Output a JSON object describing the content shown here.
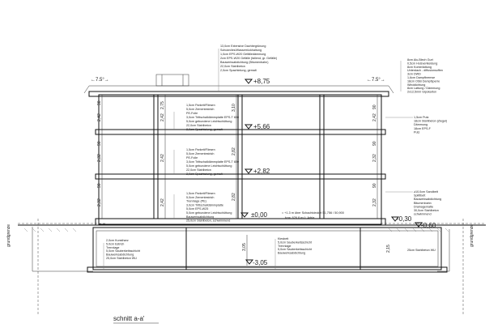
{
  "title": "schnitt a-a'",
  "side_labels": {
    "left": "grundgrenze",
    "right": "grundgrenze"
  },
  "offsets": {
    "left": "←7.5°→",
    "right": "←7.5°→"
  },
  "levels": [
    {
      "id": "roof",
      "value": "+8,75"
    },
    {
      "id": "floor2",
      "value": "+5,66"
    },
    {
      "id": "floor1",
      "value": "+2,82"
    },
    {
      "id": "ground",
      "value": "±0,00"
    },
    {
      "id": "terrace",
      "value": "-0,30"
    },
    {
      "id": "garden",
      "value": "-0,60"
    },
    {
      "id": "basement",
      "value": "-3,05"
    }
  ],
  "ground_note": [
    "= +1.3 m über Schachtdeckel 51,756 / 50,900",
    "bzw. 626,8 m ü. Adria"
  ],
  "dims": {
    "left": [
      "90",
      "2,42",
      "90",
      "2,32",
      "90",
      "2,32"
    ],
    "story_a": [
      "2,75",
      "2,42",
      "2,42",
      "2,42"
    ],
    "story_b": [
      "3,10",
      "2,82",
      "2,82"
    ],
    "basement": "3,05",
    "right": [
      "2,15"
    ]
  },
  "notes": {
    "roof": [
      "13,0cm Extensive Dachbegrünung",
      "Schutzvlies/Wasserrückhaltung",
      "1,0cm EPS-W20 Gefälledämmung",
      "2cm EPS-W20 Gefälle (fallend, gr. Gefälle)",
      "Bauwerksabdichtung (Bitumenbahn)",
      "22,0cm Stahlbeton",
      "2,0cm Spachtelung, gemalt"
    ],
    "roof_right": [
      "8cm Alu-Blech Gurt",
      "0,5cm Holzverkleidung",
      "8cm Konterlattung",
      "Unterdach - diffusionsoffen",
      "3cm DWD",
      "1,6cm Dampfbremse",
      "18cm OSB Dampfsperre",
      "Winddichtung",
      "8cm Lattung / Dämmung",
      "2x12,5mm Gipskarton"
    ],
    "floor2": [
      "1,5cm Parkett/Fliesen",
      "5,0cm Zementestrich",
      "PE-Folie",
      "3,0cm Trittschalldämmplatte EPS-T 650",
      "5,0cm gebundene Leichtschüttung",
      "22,0cm Stahlbeton",
      "2,0cm Spachtelung, gemalt"
    ],
    "floor1": [
      "1,5cm Parkett/Fliesen",
      "5,0cm Zementestrich",
      "PE-Folie",
      "3,0cm Trittschalldämmplatte EPS-T 650",
      "5,0cm gebundene Leichtschüttung",
      "22,0cm Stahlbeton",
      "2,0cm Spachtelung, gemalt"
    ],
    "ground": [
      "1,5cm Parkett/Fliesen",
      "5,0cm Zementestrich",
      "Trennlage (PE)",
      "3,0cm Trittschalldämmplatte",
      "5,0cm EPS-W25",
      "5,0cm gebundene Leichtschüttung",
      "Bauwerksabdichtung",
      "25,0cm Stahlbeton, schwimmend"
    ],
    "wall_right": [
      "1,5cm Putz",
      "18cm Stahlbeton (Ziegel)",
      "Dämmung",
      "18cm EPS-F",
      "Putz"
    ],
    "terrace_right": [
      "≥10,0cm Sandbett",
      "Splittbett",
      "Bauwerksabdichtung",
      "Bitumenbahn",
      "Drainagematte",
      "30,0cm Stahlbeton",
      "schwimmend"
    ],
    "basement_left": [
      "2,0cm Kunstharz",
      "5,0cm Estrich",
      "Trennlage",
      "5,0cm Sauberkeitsschicht",
      "Bauwerksabdichtung",
      "25,0cm Stahlbeton WU"
    ],
    "basement_mid": [
      "Kiesbett",
      "5,0cm Sauberkeitsschicht",
      "Trennlage",
      "5,0cm Sauberkeitsschicht",
      "Bauwerksabdichtung"
    ],
    "basement_right": [
      "25cm Stahlbeton WU"
    ]
  }
}
